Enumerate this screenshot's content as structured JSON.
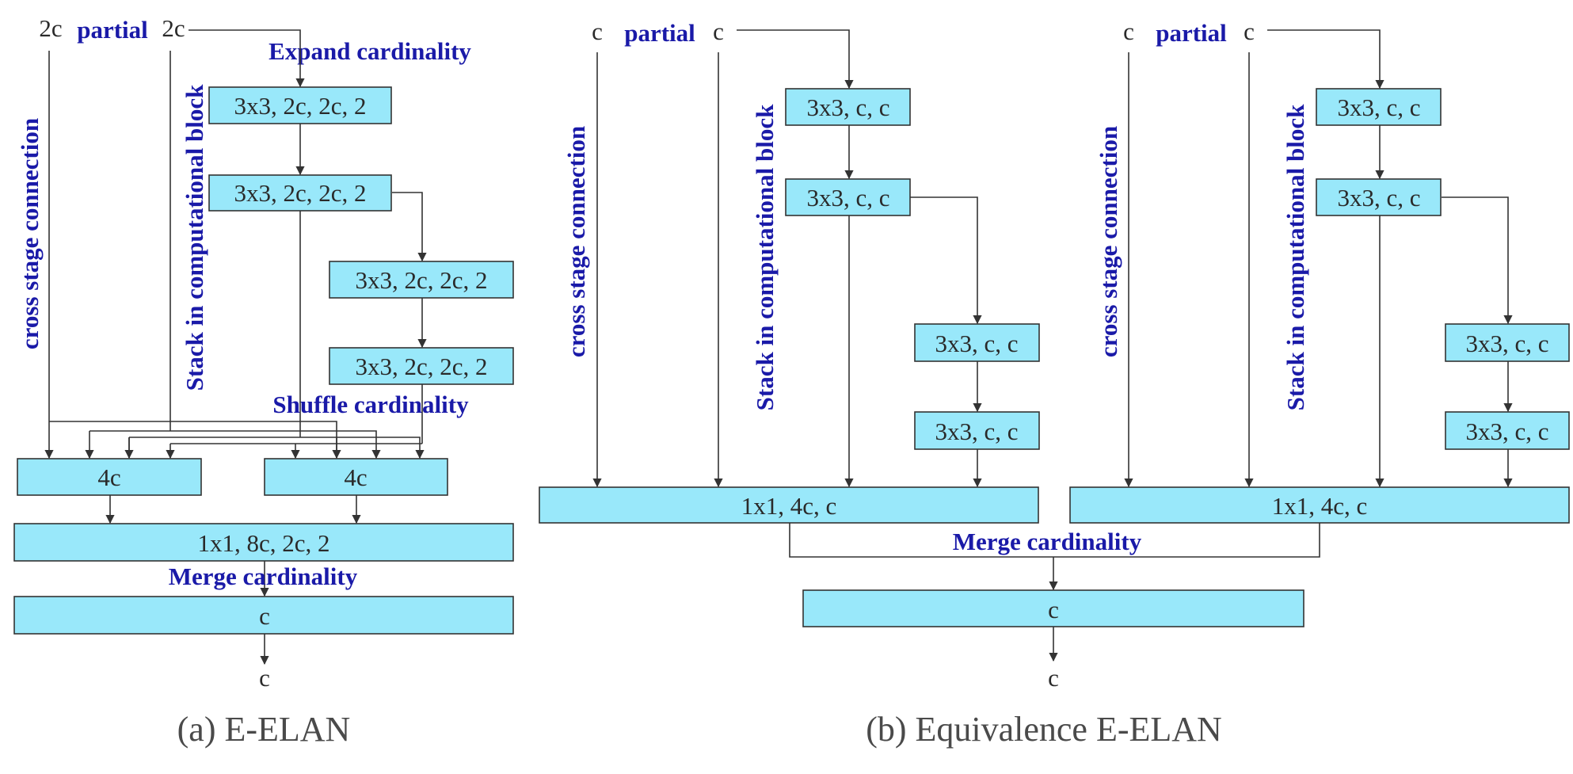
{
  "panel_a": {
    "caption": "(a) E-ELAN",
    "input_left": "2c",
    "input_right": "2c",
    "partial": "partial",
    "cross_stage": "cross stage connection",
    "stack": "Stack in computational block",
    "expand": "Expand cardinality",
    "shuffle": "Shuffle cardinality",
    "merge": "Merge cardinality",
    "block1": "3x3, 2c, 2c, 2",
    "block2": "3x3, 2c, 2c, 2",
    "block3": "3x3, 2c, 2c, 2",
    "block4": "3x3, 2c, 2c, 2",
    "group1": "4c",
    "group2": "4c",
    "conv1x1": "1x1, 8c, 2c, 2",
    "merged": "c",
    "output": "c"
  },
  "panel_b": {
    "caption": "(b) Equivalence E-ELAN",
    "merge": "Merge cardinality",
    "merged": "c",
    "output": "c",
    "left": {
      "input_left": "c",
      "input_right": "c",
      "partial": "partial",
      "cross_stage": "cross stage connection",
      "stack": "Stack in computational block",
      "block1": "3x3, c, c",
      "block2": "3x3, c, c",
      "block3": "3x3, c, c",
      "block4": "3x3, c, c",
      "conv1x1": "1x1, 4c, c"
    },
    "right": {
      "input_left": "c",
      "input_right": "c",
      "partial": "partial",
      "cross_stage": "cross stage connection",
      "stack": "Stack in computational block",
      "block1": "3x3, c, c",
      "block2": "3x3, c, c",
      "block3": "3x3, c, c",
      "block4": "3x3, c, c",
      "conv1x1": "1x1, 4c, c"
    }
  }
}
